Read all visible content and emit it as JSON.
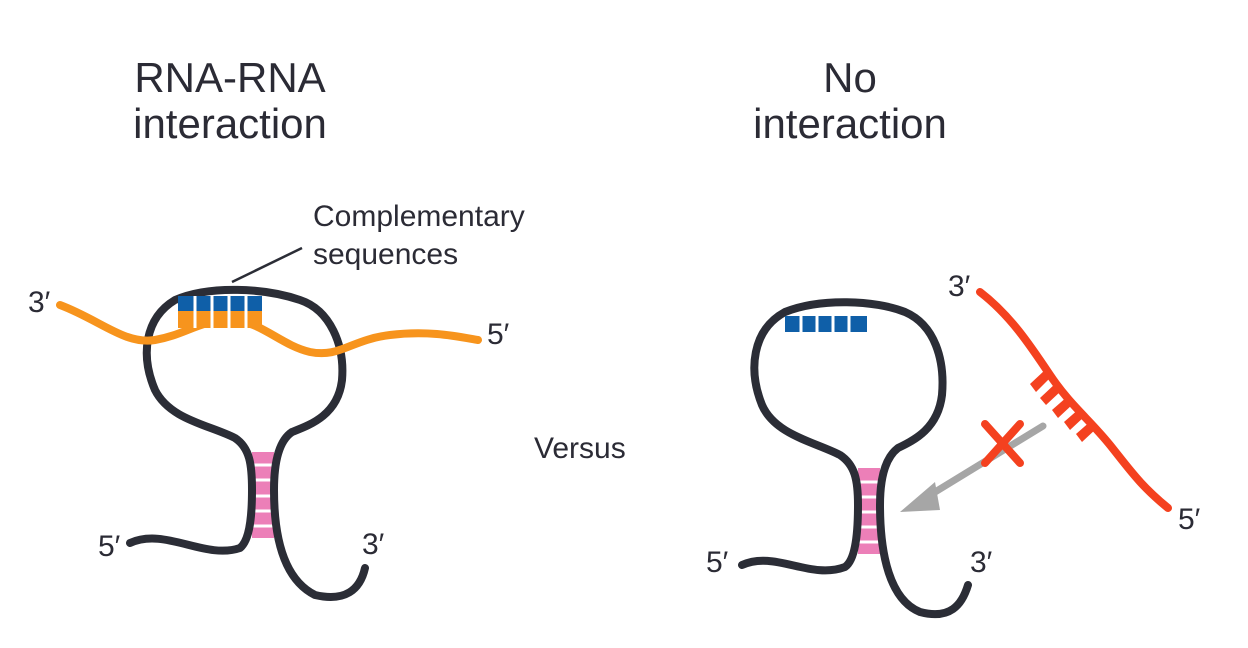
{
  "colors": {
    "strand": "#2b2d36",
    "orange": "#f7941d",
    "blue": "#0f5fa8",
    "pink": "#ec7fb8",
    "red": "#f4411f",
    "arrow": "#a6a6a6",
    "text": "#2b2b35"
  },
  "left": {
    "title_line1": "RNA-RNA",
    "title_line2": "interaction",
    "annotation_line1": "Complementary",
    "annotation_line2": "sequences",
    "orange_3prime": "3′",
    "orange_5prime": "5′",
    "loop_5prime": "5′",
    "loop_3prime": "3′"
  },
  "middle": {
    "versus": "Versus"
  },
  "right": {
    "title_line1": "No",
    "title_line2": "interaction",
    "red_3prime": "3′",
    "red_5prime": "5′",
    "loop_5prime": "5′",
    "loop_3prime": "3′"
  },
  "icons": {
    "blocked": "x-cross-icon",
    "direction": "arrow-icon"
  }
}
